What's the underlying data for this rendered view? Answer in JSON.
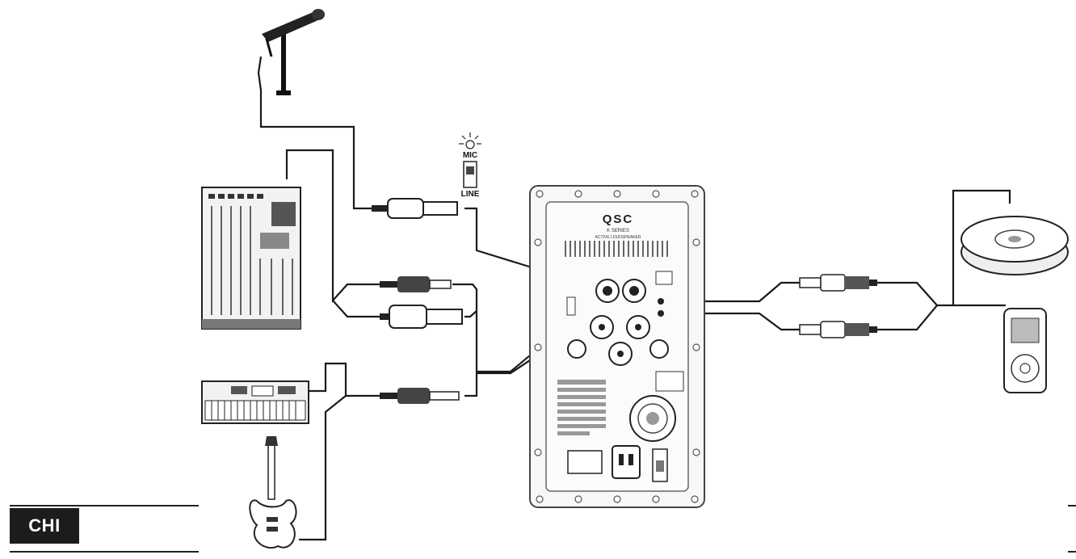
{
  "diagram": {
    "switch_labels": {
      "top": "MIC",
      "bottom": "LINE"
    },
    "speaker": {
      "brand": "QSC",
      "model": "K SERIES",
      "subtitle": "ACTIVE LOUDSPEAKER"
    },
    "sources_left": [
      "microphone",
      "mixer",
      "keyboard",
      "guitar"
    ],
    "sources_right": [
      "cd-player",
      "mp3-player"
    ]
  },
  "footer": {
    "language_tab": "CHI"
  },
  "colors": {
    "line": "#1a1a1a",
    "panel": "#f4f4f4",
    "tab_bg": "#1c1c1c"
  }
}
